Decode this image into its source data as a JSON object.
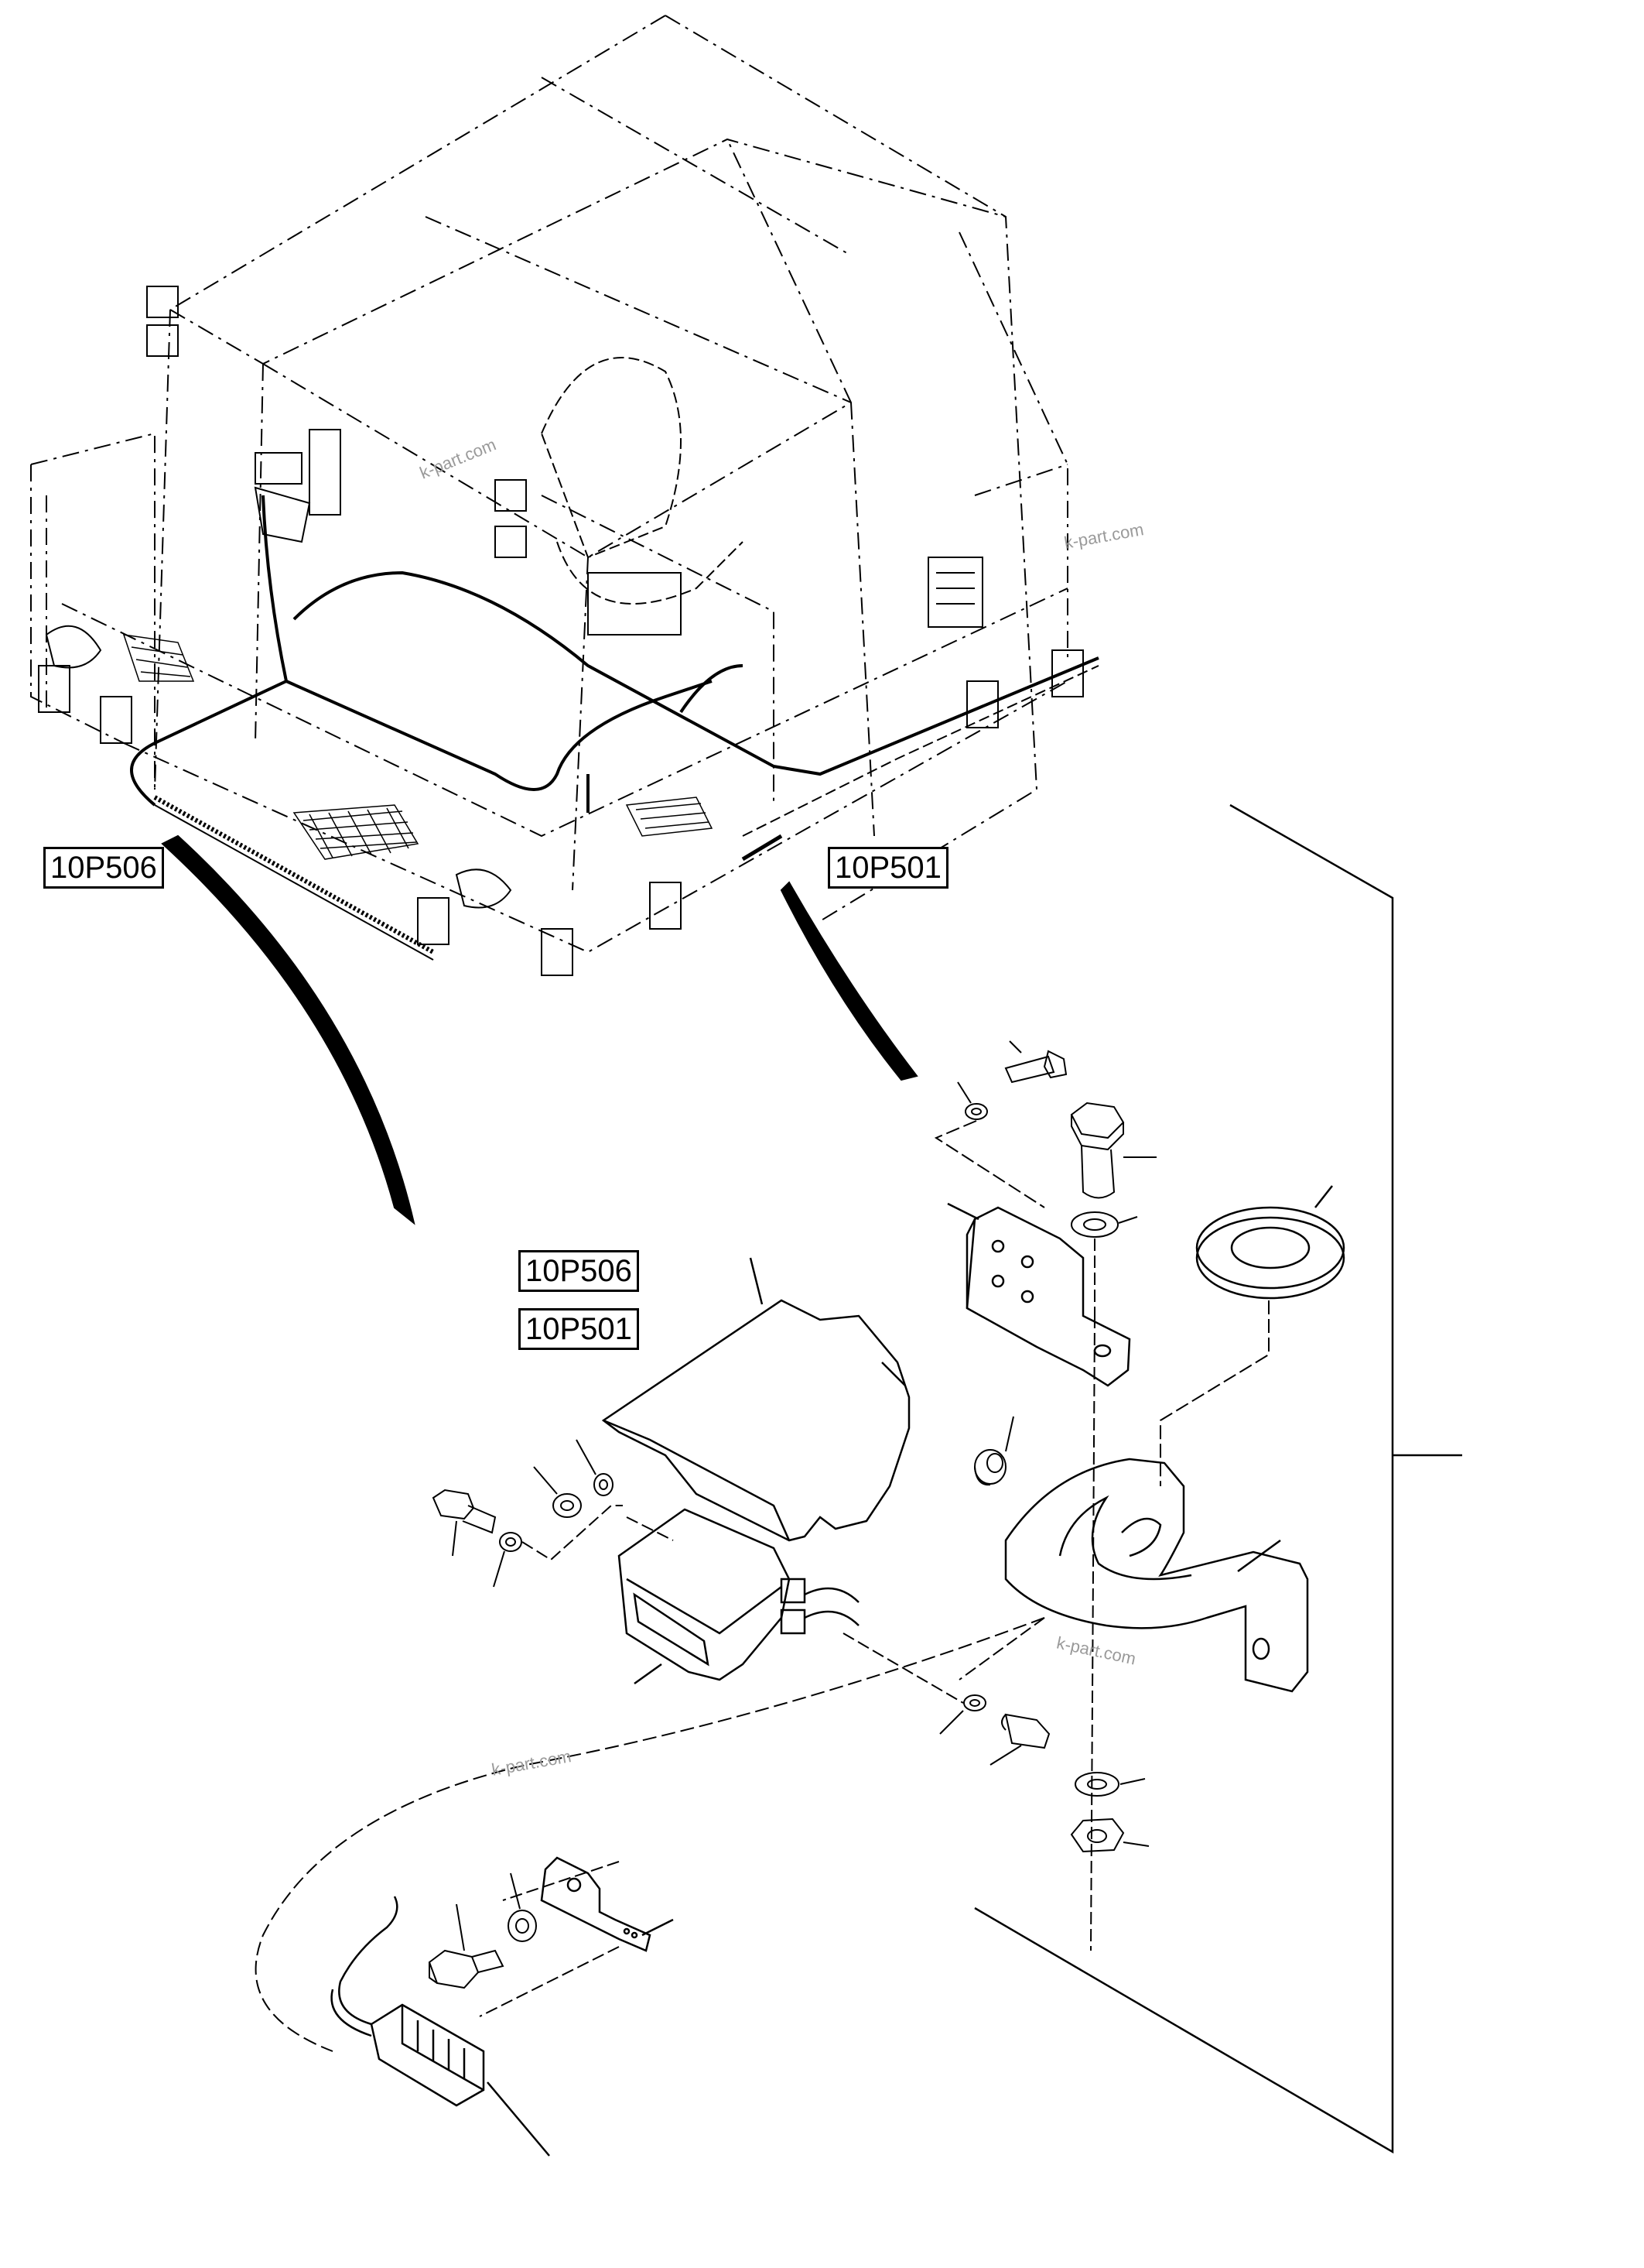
{
  "labels": {
    "ref_top_left": "10P506",
    "ref_top_right": "10P501",
    "ref_detail_1": "10P506",
    "ref_detail_2": "10P501"
  },
  "watermarks": [
    "k-part.com",
    "k-part.com",
    "k-part.com",
    "k-part.com"
  ],
  "colors": {
    "line": "#000000",
    "watermark": "#9a9a9a"
  }
}
